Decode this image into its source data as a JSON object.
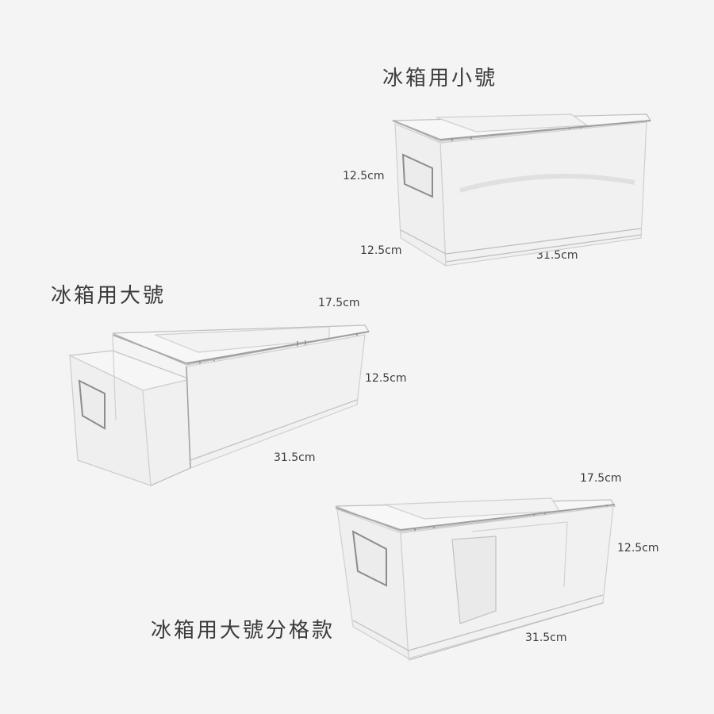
{
  "background_color": "#f4f4f4",
  "text_color": "#3b3b3b",
  "products": [
    {
      "id": "small",
      "title": "冰箱用小號",
      "dimensions": {
        "height": "12.5cm",
        "width": "12.5cm",
        "length": "31.5cm"
      }
    },
    {
      "id": "large",
      "title": "冰箱用大號",
      "dimensions": {
        "width": "17.5cm",
        "height": "12.5cm",
        "length": "31.5cm"
      }
    },
    {
      "id": "large-divided",
      "title": "冰箱用大號分格款",
      "dimensions": {
        "width": "17.5cm",
        "height": "12.5cm",
        "length": "31.5cm"
      }
    }
  ]
}
